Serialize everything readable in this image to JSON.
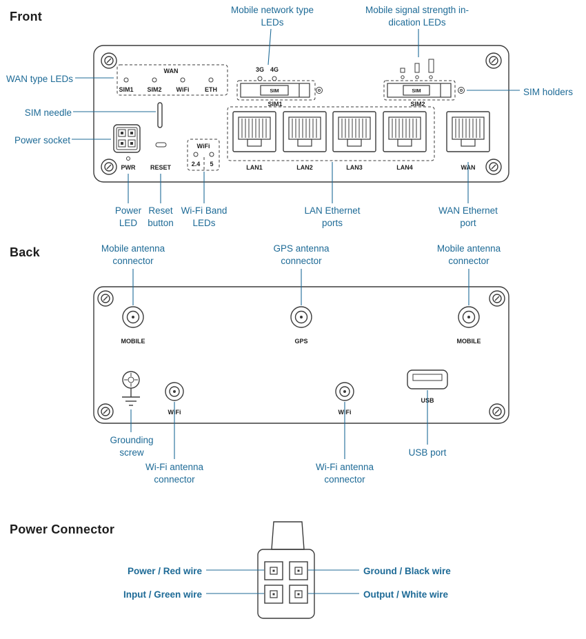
{
  "colors": {
    "callout": "#1d6a96",
    "ink": "#3a3a3a"
  },
  "headings": {
    "front": "Front",
    "back": "Back",
    "power": "Power Connector"
  },
  "front": {
    "callouts": {
      "mobile_network": "Mobile network type\nLEDs",
      "mobile_signal": "Mobile signal strength in-\ndication LEDs",
      "wan_type": "WAN type LEDs",
      "sim_needle": "SIM needle",
      "power_socket": "Power socket",
      "sim_holders": "SIM holders",
      "power_led": "Power\nLED",
      "reset_button": "Reset\nbutton",
      "wifi_band": "Wi-Fi Band\nLEDs",
      "lan_ports": "LAN Ethernet\nports",
      "wan_port": "WAN Ethernet\nport"
    },
    "panel": {
      "wan": "WAN",
      "leds": [
        "SIM1",
        "SIM2",
        "WiFi",
        "ETH"
      ],
      "net_3g": "3G",
      "net_4g": "4G",
      "sim_btn": "SIM",
      "sim1": "SIM1",
      "sim2": "SIM2",
      "ports": [
        "LAN1",
        "LAN2",
        "LAN3",
        "LAN4",
        "WAN"
      ],
      "pwr": "PWR",
      "reset": "RESET",
      "wifi": "WiFi",
      "band24": "2.4",
      "band5": "5"
    }
  },
  "back": {
    "callouts": {
      "mobile_left": "Mobile antenna\nconnector",
      "gps": "GPS antenna\nconnector",
      "mobile_right": "Mobile antenna\nconnector",
      "grounding": "Grounding\nscrew",
      "wifi_left": "Wi-Fi antenna\nconnector",
      "wifi_right": "Wi-Fi antenna\nconnector",
      "usb": "USB port"
    },
    "panel": {
      "mobile_left": "MOBILE",
      "gps": "GPS",
      "mobile_right": "MOBILE",
      "wifi_left": "WiFi",
      "wifi_right": "WiFi",
      "usb": "USB"
    }
  },
  "power": {
    "callouts": {
      "power_wire": "Power / Red wire",
      "input_wire": "Input / Green wire",
      "ground_wire": "Ground / Black wire",
      "output_wire": "Output / White wire"
    }
  }
}
